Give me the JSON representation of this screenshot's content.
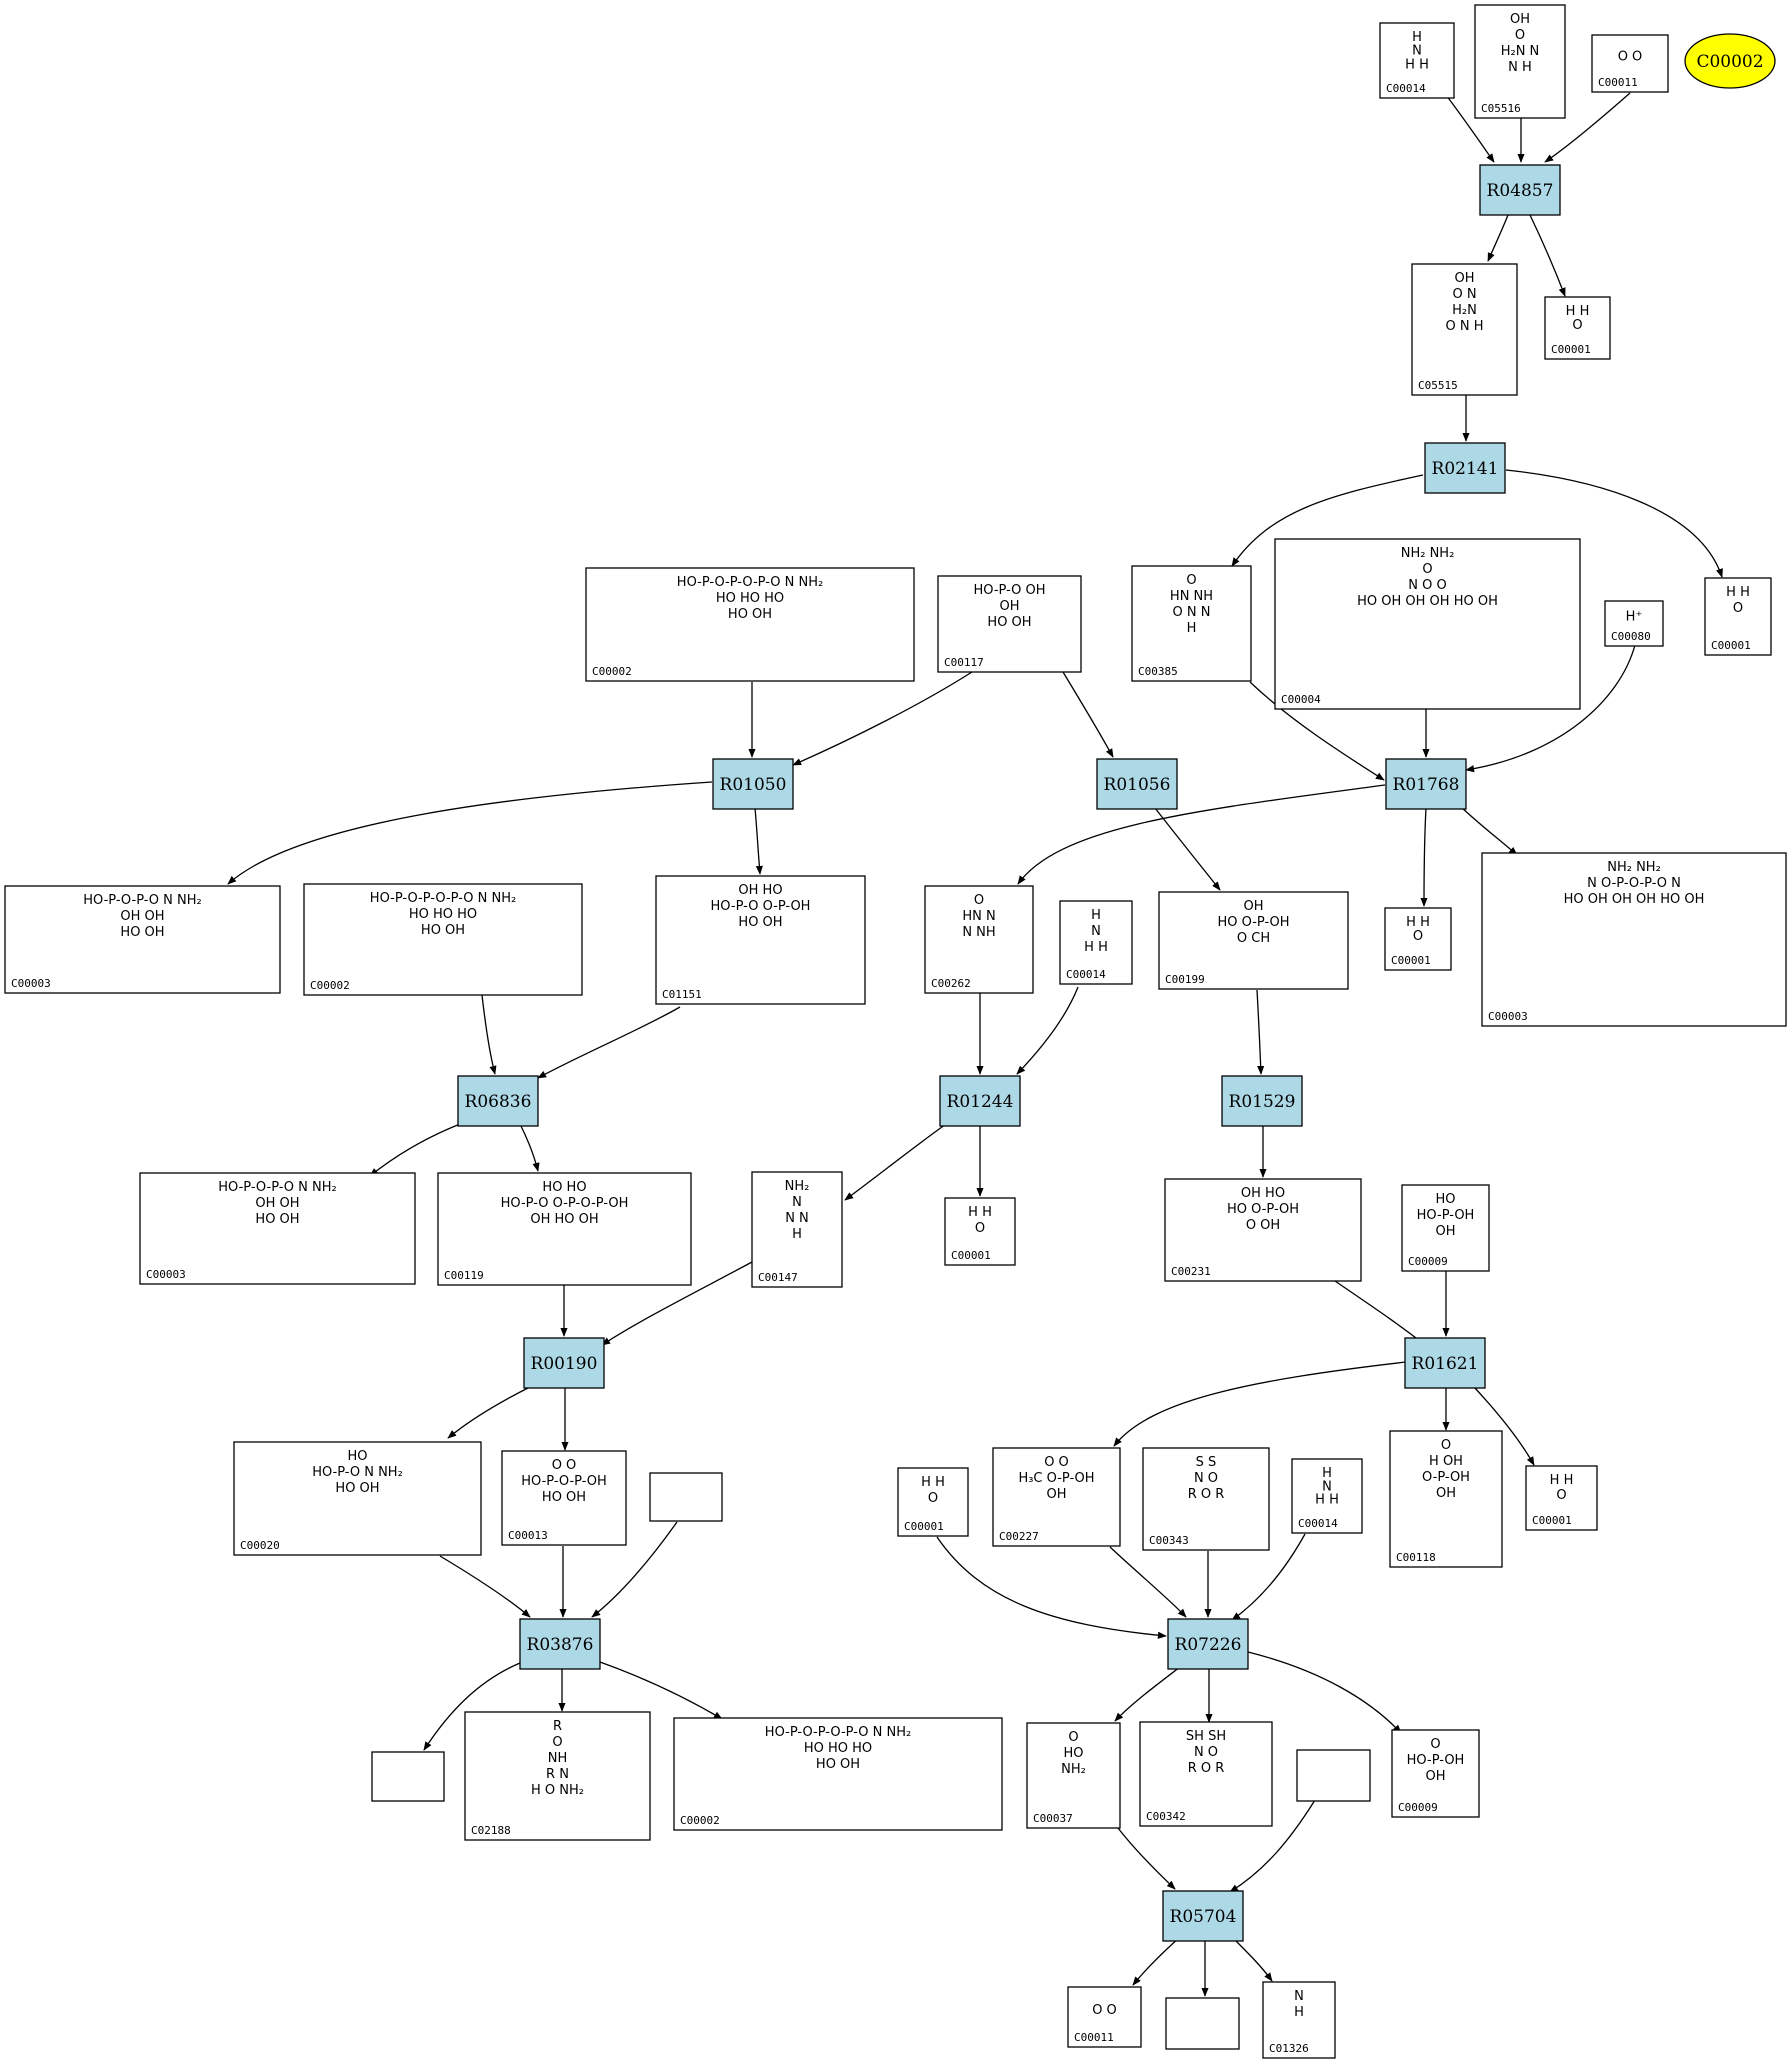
{
  "legend": {
    "label": "C00002",
    "color": "#ffff00"
  },
  "colors": {
    "reaction_fill": "#add8e6",
    "compound_fill": "#ffffff",
    "edge": "#000000"
  },
  "reactions": [
    {
      "id": "R04857",
      "label": "R04857"
    },
    {
      "id": "R02141",
      "label": "R02141"
    },
    {
      "id": "R01050",
      "label": "R01050"
    },
    {
      "id": "R01056",
      "label": "R01056"
    },
    {
      "id": "R01768",
      "label": "R01768"
    },
    {
      "id": "R06836",
      "label": "R06836"
    },
    {
      "id": "R01244",
      "label": "R01244"
    },
    {
      "id": "R01529",
      "label": "R01529"
    },
    {
      "id": "R00190",
      "label": "R00190"
    },
    {
      "id": "R01621",
      "label": "R01621"
    },
    {
      "id": "R03876",
      "label": "R03876"
    },
    {
      "id": "R07226",
      "label": "R07226"
    },
    {
      "id": "R05704",
      "label": "R05704"
    }
  ],
  "compounds": [
    {
      "key": "c00014a",
      "label": "C00014",
      "mol": [
        "H",
        "N",
        "H   H"
      ]
    },
    {
      "key": "c05516",
      "label": "C05516",
      "mol": [
        "OH",
        "O",
        "H₂N   N",
        "N H"
      ]
    },
    {
      "key": "c00011a",
      "label": "C00011",
      "mol": [
        "O   O"
      ]
    },
    {
      "key": "c05515",
      "label": "C05515",
      "mol": [
        "OH",
        "O   N",
        "H₂N",
        "O   N H"
      ]
    },
    {
      "key": "c00001a",
      "label": "C00001",
      "mol": [
        "H   H",
        "O"
      ]
    },
    {
      "key": "c00002a",
      "label": "C00002",
      "mol": [
        "HO-P-O-P-O-P-O     N   NH₂",
        "HO   HO   HO",
        "HO   OH"
      ]
    },
    {
      "key": "c00117",
      "label": "C00117",
      "mol": [
        "HO-P-O      OH",
        "OH",
        "HO   OH"
      ]
    },
    {
      "key": "c00385",
      "label": "C00385",
      "mol": [
        "O",
        "HN      NH",
        "O   N   N",
        "H"
      ]
    },
    {
      "key": "c00004",
      "label": "C00004",
      "mol": [
        "NH₂      NH₂",
        "O",
        "N      O   O",
        "HO   OH  OH   OH  HO  OH"
      ]
    },
    {
      "key": "c00080",
      "label": "C00080",
      "mol": [
        "H⁺"
      ]
    },
    {
      "key": "c00001b",
      "label": "C00001",
      "mol": [
        "H   H",
        "O"
      ]
    },
    {
      "key": "c00003a",
      "label": "C00003",
      "mol": [
        "HO-P-O-P-O       N   NH₂",
        "OH  OH",
        "HO   OH"
      ]
    },
    {
      "key": "c00002b",
      "label": "C00002",
      "mol": [
        "HO-P-O-P-O-P-O       N   NH₂",
        "HO   HO   HO",
        "HO   OH"
      ]
    },
    {
      "key": "c01151",
      "label": "C01151",
      "mol": [
        "OH   HO",
        "HO-P-O      O-P-OH",
        "HO   OH"
      ]
    },
    {
      "key": "c00262",
      "label": "C00262",
      "mol": [
        "O",
        "HN      N",
        "N      NH"
      ]
    },
    {
      "key": "c00014b",
      "label": "C00014",
      "mol": [
        "H",
        "N",
        "H   H"
      ]
    },
    {
      "key": "c00199",
      "label": "C00199",
      "mol": [
        "OH",
        "HO         O-P-OH",
        "O    CH"
      ]
    },
    {
      "key": "c00001c",
      "label": "C00001",
      "mol": [
        "H   H",
        "O"
      ]
    },
    {
      "key": "c00003b",
      "label": "C00003",
      "mol": [
        "NH₂      NH₂",
        "N    O-P-O-P-O     N",
        "HO   OH  OH  OH   HO   OH"
      ]
    },
    {
      "key": "c00003c",
      "label": "C00003",
      "mol": [
        "HO-P-O-P-O       N   NH₂",
        "OH  OH",
        "HO   OH"
      ]
    },
    {
      "key": "c00119",
      "label": "C00119",
      "mol": [
        "HO   HO",
        "HO-P-O     O-P-O-P-OH",
        "OH   HO  OH"
      ]
    },
    {
      "key": "c00147",
      "label": "C00147",
      "mol": [
        "NH₂",
        "N",
        "N   N",
        "H"
      ]
    },
    {
      "key": "c00001d",
      "label": "C00001",
      "mol": [
        "H   H",
        "O"
      ]
    },
    {
      "key": "c00231",
      "label": "C00231",
      "mol": [
        "OH    HO",
        "HO        O-P-OH",
        "O   OH"
      ]
    },
    {
      "key": "c00009a",
      "label": "C00009",
      "mol": [
        "HO",
        "HO-P-OH",
        "OH"
      ]
    },
    {
      "key": "c00020",
      "label": "C00020",
      "mol": [
        "HO",
        "HO-P-O      N   NH₂",
        "HO   OH"
      ]
    },
    {
      "key": "c00013",
      "label": "C00013",
      "mol": [
        "O    O",
        "HO-P-O-P-OH",
        "HO   OH"
      ]
    },
    {
      "key": "c00001e",
      "label": "C00001",
      "mol": [
        "H   H",
        "O"
      ]
    },
    {
      "key": "c00227",
      "label": "C00227",
      "mol": [
        "O   O",
        "H₃C   O-P-OH",
        "OH"
      ]
    },
    {
      "key": "c00343",
      "label": "C00343",
      "mol": [
        "S   S",
        "N    O",
        "R   O     R"
      ]
    },
    {
      "key": "c00014c",
      "label": "C00014",
      "mol": [
        "H",
        "N",
        "H   H"
      ]
    },
    {
      "key": "c00118",
      "label": "C00118",
      "mol": [
        "O",
        "H    OH",
        "O-P-OH",
        "OH"
      ]
    },
    {
      "key": "c00001f",
      "label": "C00001",
      "mol": [
        "H   H",
        "O"
      ]
    },
    {
      "key": "c02188",
      "label": "C02188",
      "mol": [
        "R",
        "O",
        "NH",
        "R   N",
        "H   O       NH₂"
      ]
    },
    {
      "key": "c00002c",
      "label": "C00002",
      "mol": [
        "HO-P-O-P-O-P-O        N   NH₂",
        "HO   HO   HO",
        "HO   OH"
      ]
    },
    {
      "key": "c00037",
      "label": "C00037",
      "mol": [
        "O",
        "HO",
        "NH₂"
      ]
    },
    {
      "key": "c00342",
      "label": "C00342",
      "mol": [
        "SH   SH",
        "N    O",
        "R   O     R"
      ]
    },
    {
      "key": "c00009b",
      "label": "C00009",
      "mol": [
        "O",
        "HO-P-OH",
        "OH"
      ]
    },
    {
      "key": "c00011b",
      "label": "C00011",
      "mol": [
        "O   O"
      ]
    },
    {
      "key": "c01326",
      "label": "C01326",
      "mol": [
        "N",
        "H"
      ]
    }
  ]
}
